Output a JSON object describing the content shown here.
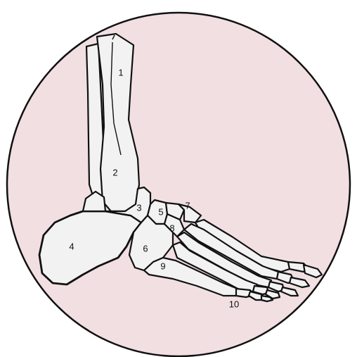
{
  "colors": {
    "background": "#f1dfe2",
    "bone_fill": "#f2f2f2",
    "outline": "#111111"
  },
  "labels": {
    "l1": "1",
    "l2": "2",
    "l3": "3",
    "l4": "4",
    "l5": "5",
    "l6": "6",
    "l7": "7",
    "l8": "8",
    "l9": "9",
    "l10": "10"
  }
}
